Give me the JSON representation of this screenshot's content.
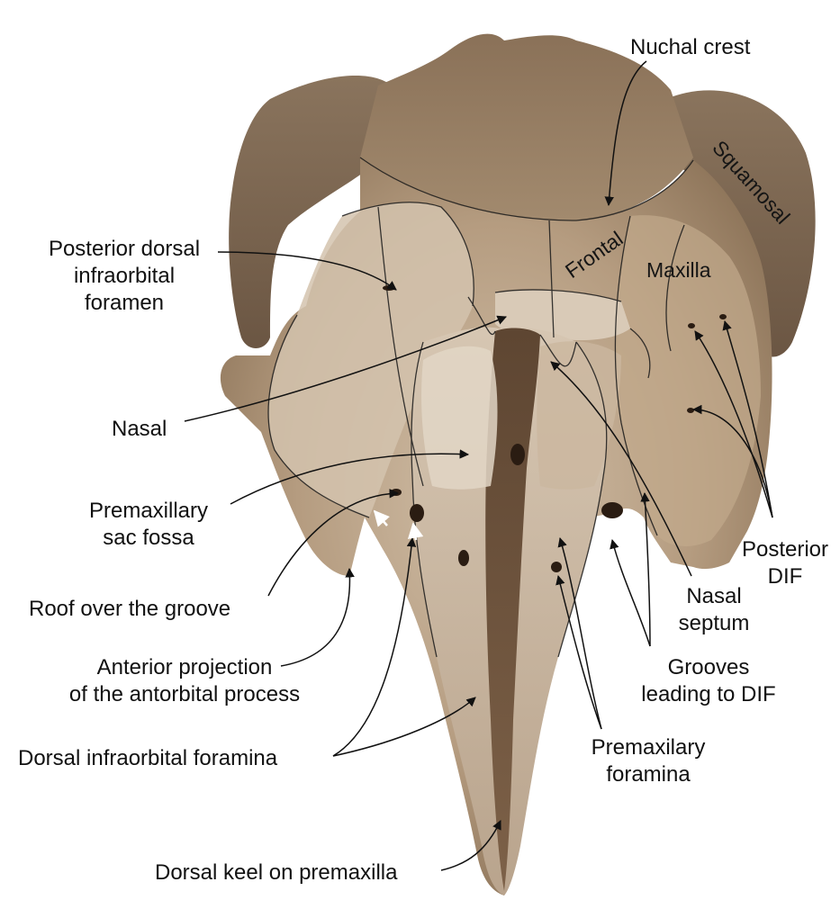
{
  "labels": {
    "nuchal_crest": "Nuchal crest",
    "squamosal": "Squamosal",
    "frontal": "Frontal",
    "maxilla": "Maxilla",
    "posterior_dorsal_if_1": "Posterior dorsal",
    "posterior_dorsal_if_2": "infraorbital",
    "posterior_dorsal_if_3": "foramen",
    "nasal": "Nasal",
    "premaxillary_sac_fossa_1": "Premaxillary",
    "premaxillary_sac_fossa_2": "sac fossa",
    "roof_over_groove": "Roof over the groove",
    "anterior_projection_1": "Anterior projection",
    "anterior_projection_2": "of the antorbital process",
    "dorsal_infraorbital_foramina": "Dorsal infraorbital foramina",
    "dorsal_keel": "Dorsal keel on premaxilla",
    "posterior_dif_1": "Posterior",
    "posterior_dif_2": "DIF",
    "nasal_septum_1": "Nasal",
    "nasal_septum_2": "septum",
    "grooves_dif_1": "Grooves",
    "grooves_dif_2": "leading to DIF",
    "premaxillary_foramina_1": "Premaxilary",
    "premaxillary_foramina_2": "foramina"
  },
  "colors": {
    "bone_dark": "#6e5a45",
    "bone_mid": "#a88f74",
    "bone_light": "#cdb9a2",
    "bone_pale": "#ddd0bf",
    "rostrum_groove": "#6a4f37",
    "line": "#111111"
  }
}
